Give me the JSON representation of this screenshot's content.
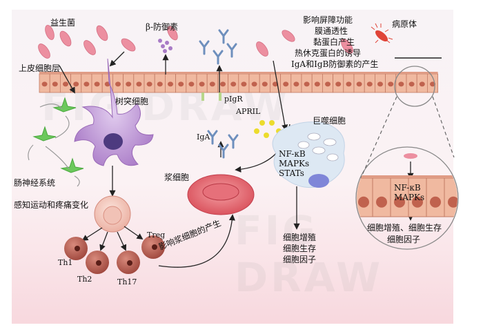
{
  "labels": {
    "probiotics": "益生菌",
    "epithelium": "上皮细胞层",
    "beta_defensin": "β-防御素",
    "barrier_lines": [
      "影响屏障功能",
      "膜通透性",
      "黏蛋白产生",
      "热休克蛋白的诱导",
      "IgA和IgB防御素的产生"
    ],
    "pathogen": "病原体",
    "dendritic_cell": "树突细胞",
    "pigr": "pIgR",
    "april": "APRIL",
    "macrophage": "巨噬细胞",
    "enteric_nervous": "肠神经系统",
    "sensory_motor": "感知运动和疼痛变化",
    "iga": "IgA",
    "plasma_cell": "浆细胞",
    "macrophage_signals": [
      "NF-κB",
      "MAPKs",
      "STATs"
    ],
    "macrophage_outputs": [
      "细胞增殖",
      "细胞生存",
      "细胞因子"
    ],
    "treg": "Treg",
    "th1": "Th1",
    "th2": "Th2",
    "th17": "Th17",
    "plasma_effect": "影响浆细胞的产生",
    "zoom_signals": [
      "NF-κB",
      "MAPKs"
    ],
    "zoom_outputs": [
      "细胞增殖、细胞生存",
      "细胞因子"
    ]
  },
  "colors": {
    "bacteria": "#ec8fa0",
    "epithelial_cell": "#f0b9a0",
    "nucleus": "#c0624e",
    "dendritic": "#a879c6",
    "neuron": "#6cc85c",
    "t_cell": "#ad4f44",
    "plasma": "#de5a63",
    "antibody": "#6e8fbd",
    "april": "#ecdc2c",
    "macrophage": "#dde8f3"
  }
}
